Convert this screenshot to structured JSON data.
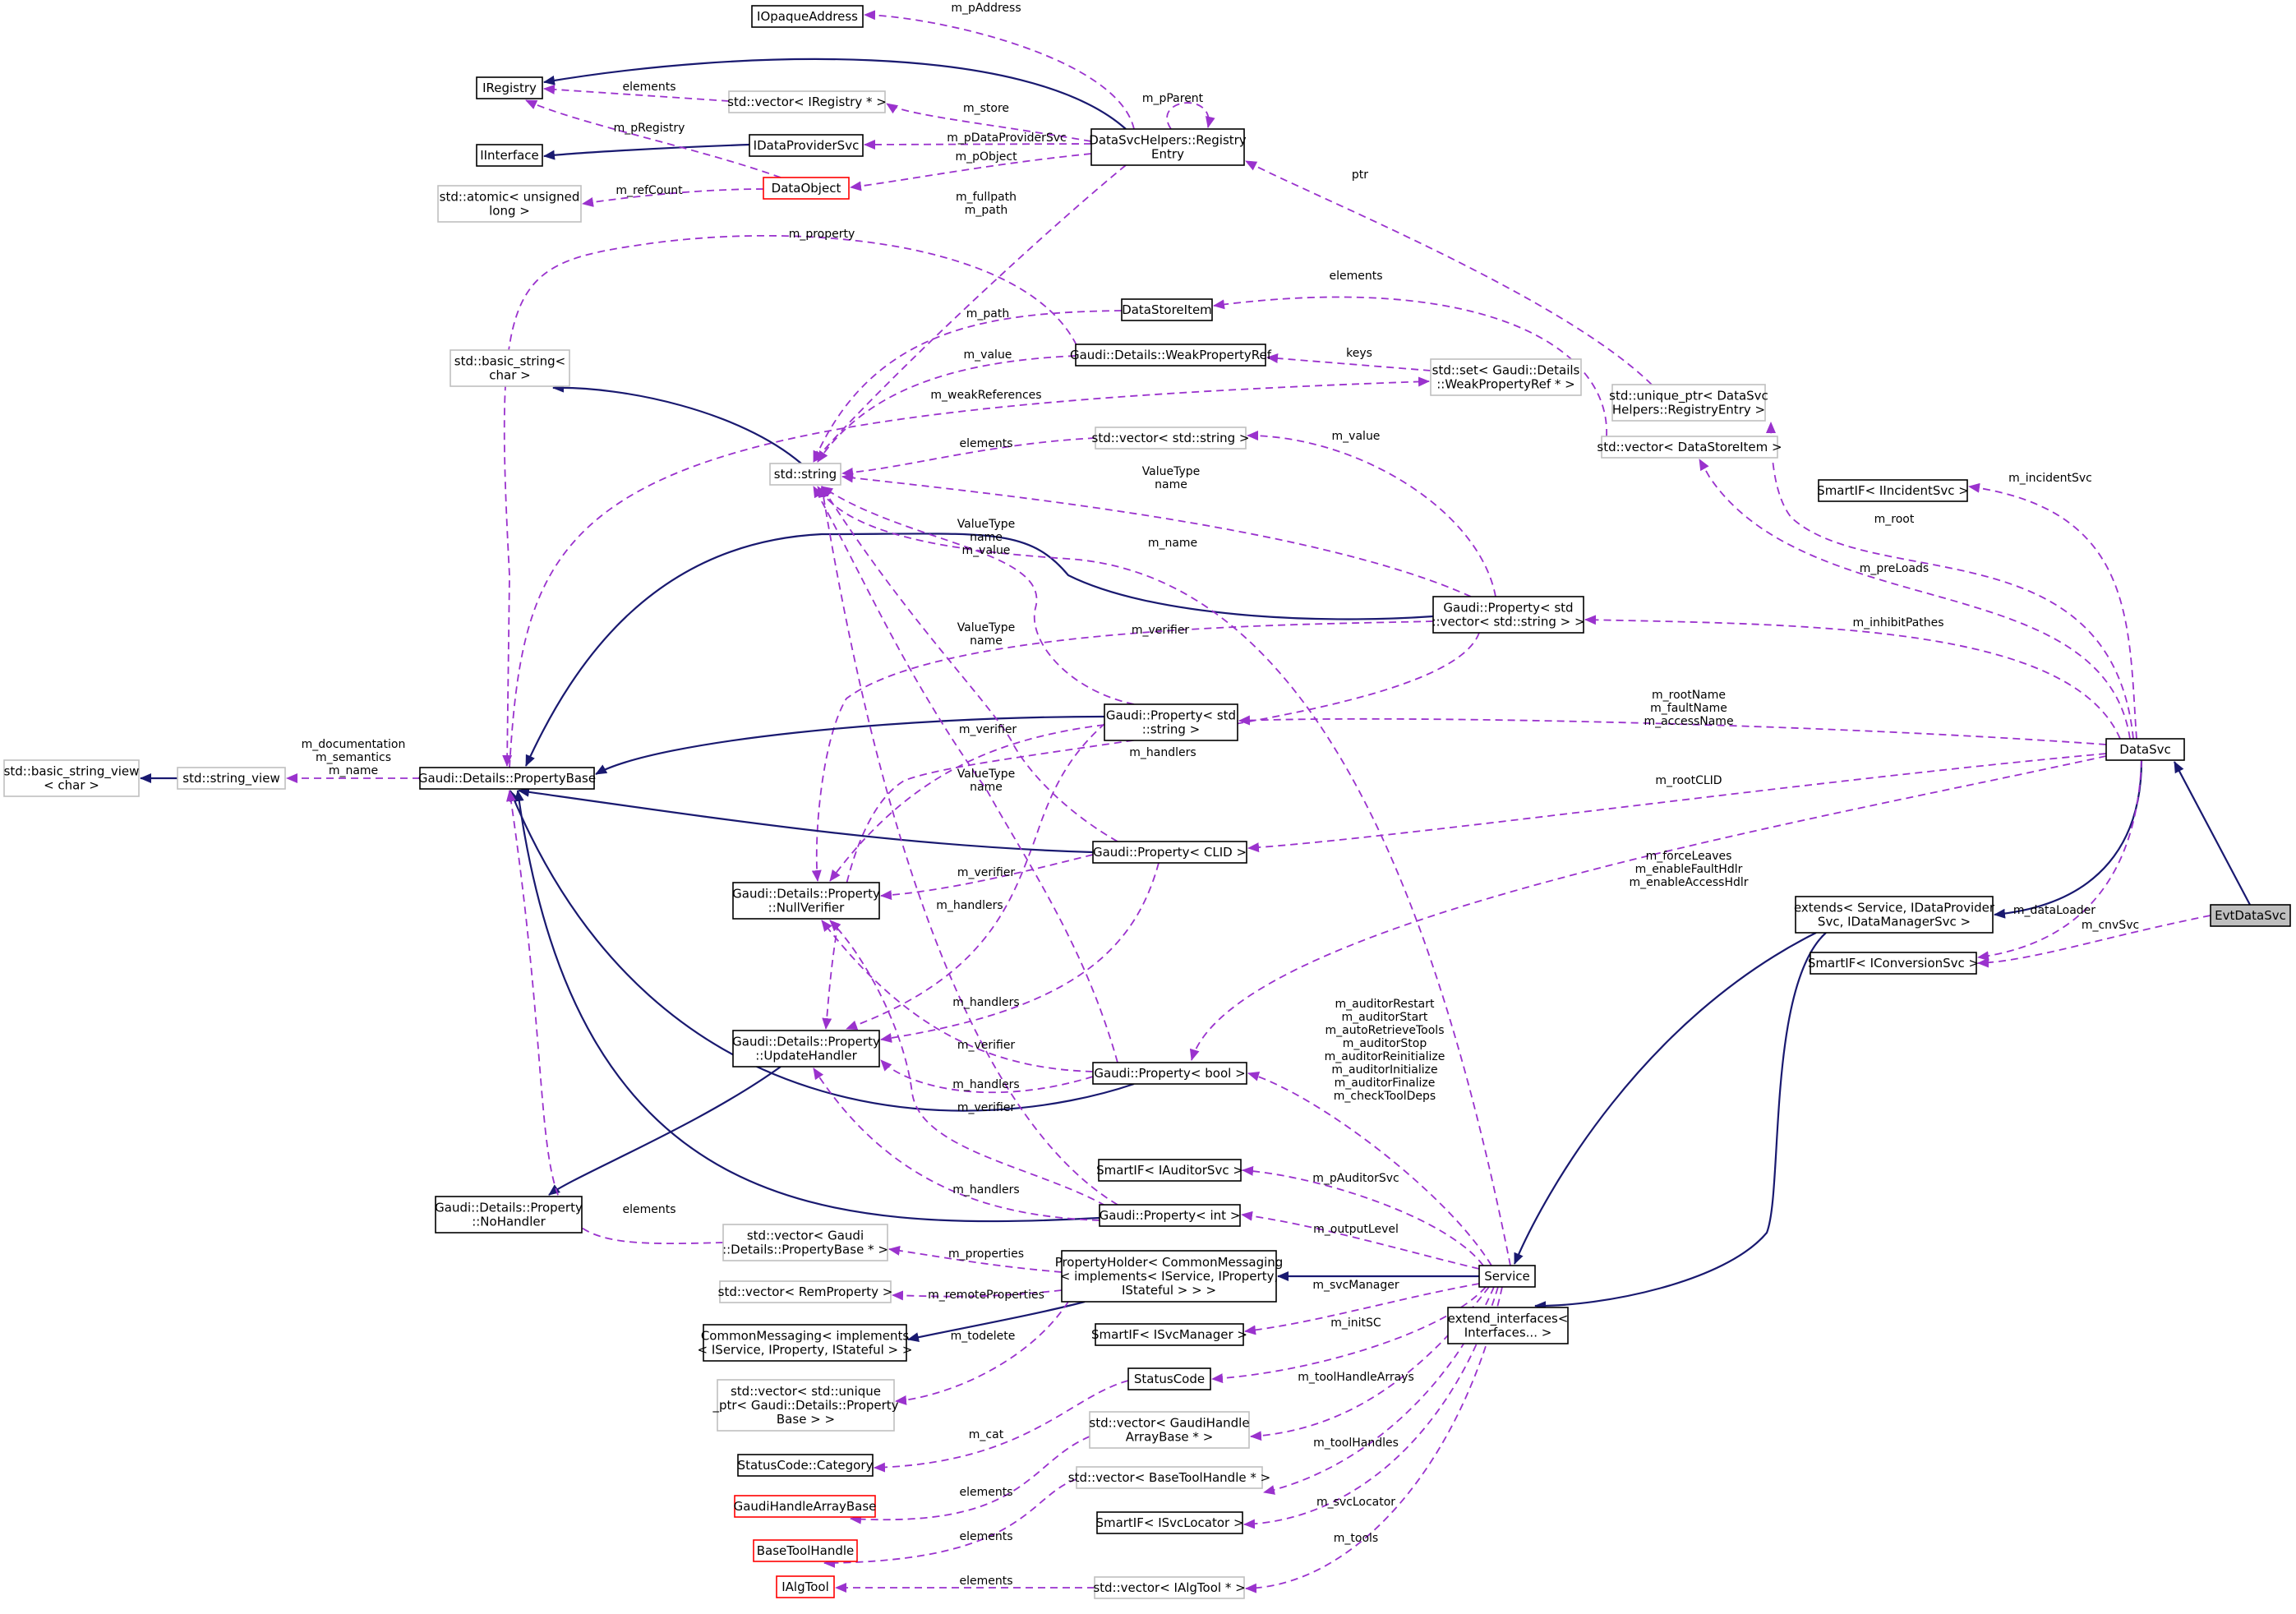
{
  "colors": {
    "inheritance": "#191970",
    "usage": "#9a32cd",
    "node_border_normal": "#000000",
    "node_border_external": "#bfbfbf",
    "node_border_incomplete": "#ff0000",
    "highlight_fill": "#bfbfbf"
  },
  "nodes": [
    {
      "id": "evtdatasvc",
      "lines": [
        "EvtDataSvc"
      ]
    },
    {
      "id": "datasvc",
      "lines": [
        "DataSvc"
      ]
    },
    {
      "id": "extends",
      "lines": [
        "extends< Service, IDataProvider",
        "Svc, IDataManagerSvc >"
      ]
    },
    {
      "id": "extend_interfaces",
      "lines": [
        "extend_interfaces<",
        "Interfaces... >"
      ]
    },
    {
      "id": "service",
      "lines": [
        "Service"
      ]
    },
    {
      "id": "smartif_iincident",
      "lines": [
        "SmartIF< IIncidentSvc >"
      ]
    },
    {
      "id": "smartif_iconversion",
      "lines": [
        "SmartIF< IConversionSvc >"
      ]
    },
    {
      "id": "unique_ptr",
      "lines": [
        "std::unique_ptr< DataSvc",
        "Helpers::RegistryEntry >"
      ]
    },
    {
      "id": "vec_datastoreitem",
      "lines": [
        "std::vector< DataStoreItem >"
      ]
    },
    {
      "id": "datastoreitem",
      "lines": [
        "DataStoreItem"
      ]
    },
    {
      "id": "weakpropref",
      "lines": [
        "Gaudi::Details::WeakPropertyRef"
      ]
    },
    {
      "id": "set_weakprop",
      "lines": [
        "std::set< Gaudi::Details",
        "::WeakPropertyRef * >"
      ]
    },
    {
      "id": "registryentry",
      "lines": [
        "DataSvcHelpers::Registry",
        "Entry"
      ]
    },
    {
      "id": "iopaque",
      "lines": [
        "IOpaqueAddress"
      ]
    },
    {
      "id": "iregistry",
      "lines": [
        "IRegistry"
      ]
    },
    {
      "id": "vec_iregistry",
      "lines": [
        "std::vector< IRegistry * >"
      ]
    },
    {
      "id": "iinterface",
      "lines": [
        "IInterface"
      ]
    },
    {
      "id": "idataprovider",
      "lines": [
        "IDataProviderSvc"
      ]
    },
    {
      "id": "dataobject",
      "lines": [
        "DataObject"
      ]
    },
    {
      "id": "atomic",
      "lines": [
        "std::atomic< unsigned",
        "long >"
      ]
    },
    {
      "id": "basic_string",
      "lines": [
        "std::basic_string<",
        "char >"
      ]
    },
    {
      "id": "stdstring",
      "lines": [
        "std::string"
      ]
    },
    {
      "id": "vec_string",
      "lines": [
        "std::vector< std::string >"
      ]
    },
    {
      "id": "prop_vecstring",
      "lines": [
        "Gaudi::Property< std",
        "::vector< std::string > >"
      ]
    },
    {
      "id": "prop_string",
      "lines": [
        "Gaudi::Property< std",
        "::string >"
      ]
    },
    {
      "id": "prop_clid",
      "lines": [
        "Gaudi::Property< CLID >"
      ]
    },
    {
      "id": "prop_bool",
      "lines": [
        "Gaudi::Property< bool >"
      ]
    },
    {
      "id": "prop_int",
      "lines": [
        "Gaudi::Property< int >"
      ]
    },
    {
      "id": "propertybase",
      "lines": [
        "Gaudi::Details::PropertyBase"
      ]
    },
    {
      "id": "string_view",
      "lines": [
        "std::string_view"
      ]
    },
    {
      "id": "basic_string_view",
      "lines": [
        "std::basic_string_view",
        "< char >"
      ]
    },
    {
      "id": "nullverifier",
      "lines": [
        "Gaudi::Details::Property",
        "::NullVerifier"
      ]
    },
    {
      "id": "updatehandler",
      "lines": [
        "Gaudi::Details::Property",
        "::UpdateHandler"
      ]
    },
    {
      "id": "nohandler",
      "lines": [
        "Gaudi::Details::Property",
        "::NoHandler"
      ]
    },
    {
      "id": "smartif_iauditor",
      "lines": [
        "SmartIF< IAuditorSvc >"
      ]
    },
    {
      "id": "vec_propertybase",
      "lines": [
        "std::vector< Gaudi",
        "::Details::PropertyBase * >"
      ]
    },
    {
      "id": "propertyholder",
      "lines": [
        "PropertyHolder< CommonMessaging",
        "< implements< IService, IProperty,",
        "IStateful > > >"
      ]
    },
    {
      "id": "vec_remoteprop",
      "lines": [
        "std::vector< RemProperty >"
      ]
    },
    {
      "id": "commonmessaging",
      "lines": [
        "CommonMessaging< implements",
        "< IService, IProperty, IStateful > >"
      ]
    },
    {
      "id": "smartif_isvcmanager",
      "lines": [
        "SmartIF< ISvcManager >"
      ]
    },
    {
      "id": "vec_unique_prop",
      "lines": [
        "std::vector< std::unique",
        "_ptr< Gaudi::Details::Property",
        "Base > >"
      ]
    },
    {
      "id": "statuscode",
      "lines": [
        "StatusCode"
      ]
    },
    {
      "id": "statuscode_cat",
      "lines": [
        "StatusCode::Category"
      ]
    },
    {
      "id": "vec_gaudihandle",
      "lines": [
        "std::vector< GaudiHandle",
        "ArrayBase * >"
      ]
    },
    {
      "id": "gaudihandlearraybase",
      "lines": [
        "GaudiHandleArrayBase"
      ]
    },
    {
      "id": "vec_basetool",
      "lines": [
        "std::vector< BaseToolHandle * >"
      ]
    },
    {
      "id": "basetoolhandle",
      "lines": [
        "BaseToolHandle"
      ]
    },
    {
      "id": "smartif_isvclocator",
      "lines": [
        "SmartIF< ISvcLocator >"
      ]
    },
    {
      "id": "vec_ialgtool",
      "lines": [
        "std::vector< IAlgTool * >"
      ]
    },
    {
      "id": "ialgtool",
      "lines": [
        "IAlgTool"
      ]
    }
  ],
  "edges": [
    {
      "id": "e-evt-datasvc",
      "kind": "inheritance",
      "from": "evtdatasvc",
      "to": "datasvc",
      "labels": []
    },
    {
      "id": "e-evt-cnvsvc",
      "kind": "usage",
      "from": "evtdatasvc",
      "to": "smartif_iconversion",
      "labels": [
        "m_cnvSvc"
      ]
    },
    {
      "id": "e-datasvc-extends",
      "kind": "inheritance",
      "from": "datasvc",
      "to": "extends",
      "labels": []
    },
    {
      "id": "e-datasvc-incident",
      "kind": "usage",
      "from": "datasvc",
      "to": "smartif_iincident",
      "labels": [
        "m_incidentSvc"
      ]
    },
    {
      "id": "e-datasvc-root",
      "kind": "usage",
      "from": "datasvc",
      "to": "unique_ptr",
      "labels": [
        "m_root"
      ]
    },
    {
      "id": "e-datasvc-preloads",
      "kind": "usage",
      "from": "datasvc",
      "to": "vec_datastoreitem",
      "labels": [
        "m_preLoads"
      ]
    },
    {
      "id": "e-datasvc-inhibit",
      "kind": "usage",
      "from": "datasvc",
      "to": "prop_vecstring",
      "labels": [
        "m_inhibitPathes"
      ]
    },
    {
      "id": "e-datasvc-rootname",
      "kind": "usage",
      "from": "datasvc",
      "to": "prop_string",
      "labels": [
        "m_rootName",
        "m_faultName",
        "m_accessName"
      ]
    },
    {
      "id": "e-datasvc-rootclid",
      "kind": "usage",
      "from": "datasvc",
      "to": "prop_clid",
      "labels": [
        "m_rootCLID"
      ]
    },
    {
      "id": "e-datasvc-bool",
      "kind": "usage",
      "from": "datasvc",
      "to": "prop_bool",
      "labels": [
        "m_forceLeaves",
        "m_enableFaultHdlr",
        "m_enableAccessHdlr"
      ]
    },
    {
      "id": "e-datasvc-dataloader",
      "kind": "usage",
      "from": "datasvc",
      "to": "smartif_iconversion",
      "labels": [
        "m_dataLoader"
      ]
    },
    {
      "id": "e-extends-service",
      "kind": "inheritance",
      "from": "extends",
      "to": "service",
      "labels": []
    },
    {
      "id": "e-extends-extint",
      "kind": "inheritance",
      "from": "extends",
      "to": "extend_interfaces",
      "labels": []
    },
    {
      "id": "e-service-propholder",
      "kind": "inheritance",
      "from": "service",
      "to": "propertyholder",
      "labels": []
    },
    {
      "id": "e-propholder-commonmsg",
      "kind": "inheritance",
      "from": "propertyholder",
      "to": "commonmessaging",
      "labels": []
    },
    {
      "id": "e-uniqueptr-regentry",
      "kind": "usage",
      "from": "unique_ptr",
      "to": "registryentry",
      "labels": [
        "ptr"
      ]
    },
    {
      "id": "e-vecdsi-dsi",
      "kind": "usage",
      "from": "vec_datastoreitem",
      "to": "datastoreitem",
      "labels": [
        "elements"
      ]
    },
    {
      "id": "e-dsi-string",
      "kind": "usage",
      "from": "datastoreitem",
      "to": "stdstring",
      "labels": [
        "m_path"
      ]
    },
    {
      "id": "e-weak-string",
      "kind": "usage",
      "from": "weakpropref",
      "to": "stdstring",
      "labels": [
        "m_value"
      ]
    },
    {
      "id": "e-weak-propbase",
      "kind": "usage",
      "from": "weakpropref",
      "to": "propertybase",
      "labels": [
        "m_property"
      ]
    },
    {
      "id": "e-set-weak",
      "kind": "usage",
      "from": "set_weakprop",
      "to": "weakpropref",
      "labels": [
        "keys"
      ]
    },
    {
      "id": "e-propbase-set",
      "kind": "usage",
      "from": "propertybase",
      "to": "set_weakprop",
      "labels": [
        "m_weakReferences"
      ]
    },
    {
      "id": "e-regentry-iopaque",
      "kind": "usage",
      "from": "registryentry",
      "to": "iopaque",
      "labels": [
        "m_pAddress"
      ]
    },
    {
      "id": "e-regentry-self",
      "kind": "usage",
      "from": "registryentry",
      "to": "registryentry",
      "labels": [
        "m_pParent"
      ]
    },
    {
      "id": "e-regentry-iregistry",
      "kind": "inheritance",
      "from": "registryentry",
      "to": "iregistry",
      "labels": []
    },
    {
      "id": "e-regentry-vecreg",
      "kind": "usage",
      "from": "registryentry",
      "to": "vec_iregistry",
      "labels": [
        "m_store"
      ]
    },
    {
      "id": "e-regentry-idataprov",
      "kind": "usage",
      "from": "registryentry",
      "to": "idataprovider",
      "labels": [
        "m_pDataProviderSvc"
      ]
    },
    {
      "id": "e-regentry-dataobj",
      "kind": "usage",
      "from": "registryentry",
      "to": "dataobject",
      "labels": [
        "m_pObject"
      ]
    },
    {
      "id": "e-regentry-string",
      "kind": "usage",
      "from": "registryentry",
      "to": "stdstring",
      "labels": [
        "m_fullpath",
        "m_path"
      ]
    },
    {
      "id": "e-vecreg-ireg",
      "kind": "usage",
      "from": "vec_iregistry",
      "to": "iregistry",
      "labels": [
        "elements"
      ]
    },
    {
      "id": "e-idataprov-iint",
      "kind": "inheritance",
      "from": "idataprovider",
      "to": "iinterface",
      "labels": []
    },
    {
      "id": "e-dataobj-ireg",
      "kind": "usage",
      "from": "dataobject",
      "to": "iregistry",
      "labels": [
        "m_pRegistry"
      ]
    },
    {
      "id": "e-dataobj-atomic",
      "kind": "usage",
      "from": "dataobject",
      "to": "atomic",
      "labels": [
        "m_refCount"
      ]
    },
    {
      "id": "e-string-basic",
      "kind": "inheritance",
      "from": "stdstring",
      "to": "basic_string",
      "labels": []
    },
    {
      "id": "e-vecstr-str",
      "kind": "usage",
      "from": "vec_string",
      "to": "stdstring",
      "labels": [
        "elements"
      ]
    },
    {
      "id": "e-pvs-vecstr",
      "kind": "usage",
      "from": "prop_vecstring",
      "to": "vec_string",
      "labels": [
        "m_value"
      ]
    },
    {
      "id": "e-pvs-string",
      "kind": "usage",
      "from": "prop_vecstring",
      "to": "stdstring",
      "labels": [
        "ValueType",
        "name"
      ]
    },
    {
      "id": "e-pvs-propbase",
      "kind": "inheritance",
      "from": "prop_vecstring",
      "to": "propertybase",
      "labels": []
    },
    {
      "id": "e-pvs-nullver",
      "kind": "usage",
      "from": "prop_vecstring",
      "to": "nullverifier",
      "labels": [
        "m_verifier"
      ]
    },
    {
      "id": "e-pvs-update",
      "kind": "usage",
      "from": "prop_vecstring",
      "to": "updatehandler",
      "labels": [
        "m_handlers"
      ]
    },
    {
      "id": "e-ps-string",
      "kind": "usage",
      "from": "prop_string",
      "to": "stdstring",
      "labels": [
        "ValueType",
        "name",
        "m_value"
      ]
    },
    {
      "id": "e-ps-propbase",
      "kind": "inheritance",
      "from": "prop_string",
      "to": "propertybase",
      "labels": []
    },
    {
      "id": "e-ps-nullver",
      "kind": "usage",
      "from": "prop_string",
      "to": "nullverifier",
      "labels": [
        "m_verifier"
      ]
    },
    {
      "id": "e-ps-update",
      "kind": "usage",
      "from": "prop_string",
      "to": "updatehandler",
      "labels": [
        "m_handlers"
      ]
    },
    {
      "id": "e-pclid-string",
      "kind": "usage",
      "from": "prop_clid",
      "to": "stdstring",
      "labels": [
        "ValueType",
        "name"
      ]
    },
    {
      "id": "e-pclid-propbase",
      "kind": "inheritance",
      "from": "prop_clid",
      "to": "propertybase",
      "labels": []
    },
    {
      "id": "e-pclid-nullver",
      "kind": "usage",
      "from": "prop_clid",
      "to": "nullverifier",
      "labels": [
        "m_verifier"
      ]
    },
    {
      "id": "e-pclid-update",
      "kind": "usage",
      "from": "prop_clid",
      "to": "updatehandler",
      "labels": [
        "m_handlers"
      ]
    },
    {
      "id": "e-pbool-string",
      "kind": "usage",
      "from": "prop_bool",
      "to": "stdstring",
      "labels": [
        "ValueType",
        "name"
      ]
    },
    {
      "id": "e-pbool-propbase",
      "kind": "inheritance",
      "from": "prop_bool",
      "to": "propertybase",
      "labels": []
    },
    {
      "id": "e-pbool-nullver",
      "kind": "usage",
      "from": "prop_bool",
      "to": "nullverifier",
      "labels": [
        "m_verifier"
      ]
    },
    {
      "id": "e-pbool-update",
      "kind": "usage",
      "from": "prop_bool",
      "to": "updatehandler",
      "labels": [
        "m_handlers"
      ]
    },
    {
      "id": "e-pint-string",
      "kind": "usage",
      "from": "prop_int",
      "to": "stdstring",
      "labels": []
    },
    {
      "id": "e-pint-propbase",
      "kind": "inheritance",
      "from": "prop_int",
      "to": "propertybase",
      "labels": []
    },
    {
      "id": "e-pint-nullver",
      "kind": "usage",
      "from": "prop_int",
      "to": "nullverifier",
      "labels": [
        "m_verifier"
      ]
    },
    {
      "id": "e-pint-update",
      "kind": "usage",
      "from": "prop_int",
      "to": "updatehandler",
      "labels": [
        "m_handlers"
      ]
    },
    {
      "id": "e-propbase-strview",
      "kind": "usage",
      "from": "propertybase",
      "to": "string_view",
      "labels": [
        "m_documentation",
        "m_semantics",
        "m_name"
      ]
    },
    {
      "id": "e-strview-basic",
      "kind": "inheritance",
      "from": "string_view",
      "to": "basic_string_view",
      "labels": []
    },
    {
      "id": "e-update-nohandler",
      "kind": "inheritance",
      "from": "updatehandler",
      "to": "nohandler",
      "labels": []
    },
    {
      "id": "e-vecpb-pb",
      "kind": "usage",
      "from": "vec_propertybase",
      "to": "propertybase",
      "labels": [
        "elements"
      ]
    },
    {
      "id": "e-service-string",
      "kind": "usage",
      "from": "service",
      "to": "stdstring",
      "labels": [
        "m_name"
      ]
    },
    {
      "id": "e-service-bool",
      "kind": "usage",
      "from": "service",
      "to": "prop_bool",
      "labels": [
        "m_auditorRestart",
        "m_auditorStart",
        "m_autoRetrieveTools",
        "m_auditorStop",
        "m_auditorReinitialize",
        "m_auditorInitialize",
        "m_auditorFinalize",
        "m_checkToolDeps"
      ]
    },
    {
      "id": "e-service-auditor",
      "kind": "usage",
      "from": "service",
      "to": "smartif_iauditor",
      "labels": [
        "m_pAuditorSvc"
      ]
    },
    {
      "id": "e-service-int",
      "kind": "usage",
      "from": "service",
      "to": "prop_int",
      "labels": [
        "m_outputLevel"
      ]
    },
    {
      "id": "e-service-svcman",
      "kind": "usage",
      "from": "service",
      "to": "smartif_isvcmanager",
      "labels": [
        "m_svcManager"
      ]
    },
    {
      "id": "e-service-initsc",
      "kind": "usage",
      "from": "service",
      "to": "statuscode",
      "labels": [
        "m_initSC"
      ]
    },
    {
      "id": "e-service-tha",
      "kind": "usage",
      "from": "service",
      "to": "vec_gaudihandle",
      "labels": [
        "m_toolHandleArrays"
      ]
    },
    {
      "id": "e-service-th",
      "kind": "usage",
      "from": "service",
      "to": "vec_basetool",
      "labels": [
        "m_toolHandles"
      ]
    },
    {
      "id": "e-service-svcloc",
      "kind": "usage",
      "from": "service",
      "to": "smartif_isvclocator",
      "labels": [
        "m_svcLocator"
      ]
    },
    {
      "id": "e-service-tools",
      "kind": "usage",
      "from": "service",
      "to": "vec_ialgtool",
      "labels": [
        "m_tools"
      ]
    },
    {
      "id": "e-propholder-vecpb",
      "kind": "usage",
      "from": "propertyholder",
      "to": "vec_propertybase",
      "labels": [
        "m_properties"
      ]
    },
    {
      "id": "e-propholder-remote",
      "kind": "usage",
      "from": "propertyholder",
      "to": "vec_remoteprop",
      "labels": [
        "m_remoteProperties"
      ]
    },
    {
      "id": "e-propholder-todelete",
      "kind": "usage",
      "from": "propertyholder",
      "to": "vec_unique_prop",
      "labels": [
        "m_todelete"
      ]
    },
    {
      "id": "e-sc-cat",
      "kind": "usage",
      "from": "statuscode",
      "to": "statuscode_cat",
      "labels": [
        "m_cat"
      ]
    },
    {
      "id": "e-vecgh-gh",
      "kind": "usage",
      "from": "vec_gaudihandle",
      "to": "gaudihandlearraybase",
      "labels": [
        "elements"
      ]
    },
    {
      "id": "e-vecbt-bt",
      "kind": "usage",
      "from": "vec_basetool",
      "to": "basetoolhandle",
      "labels": [
        "elements"
      ]
    },
    {
      "id": "e-vecalg-alg",
      "kind": "usage",
      "from": "vec_ialgtool",
      "to": "ialgtool",
      "labels": [
        "elements"
      ]
    }
  ]
}
